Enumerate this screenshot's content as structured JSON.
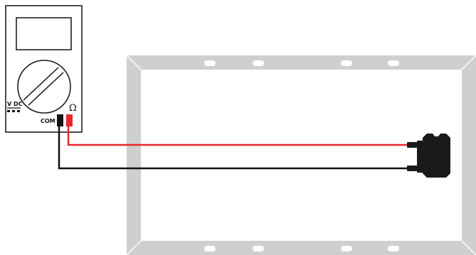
{
  "multimeter": {
    "range_label": "V DC",
    "com_label": "COM",
    "ohm_label": "Ω"
  },
  "leads": {
    "positive_color": "#e8262a",
    "negative_color": "#111111"
  },
  "frame_color": "#cfcfcf",
  "slot_color": "#ffffff",
  "connector_color": "#1a1a1a"
}
